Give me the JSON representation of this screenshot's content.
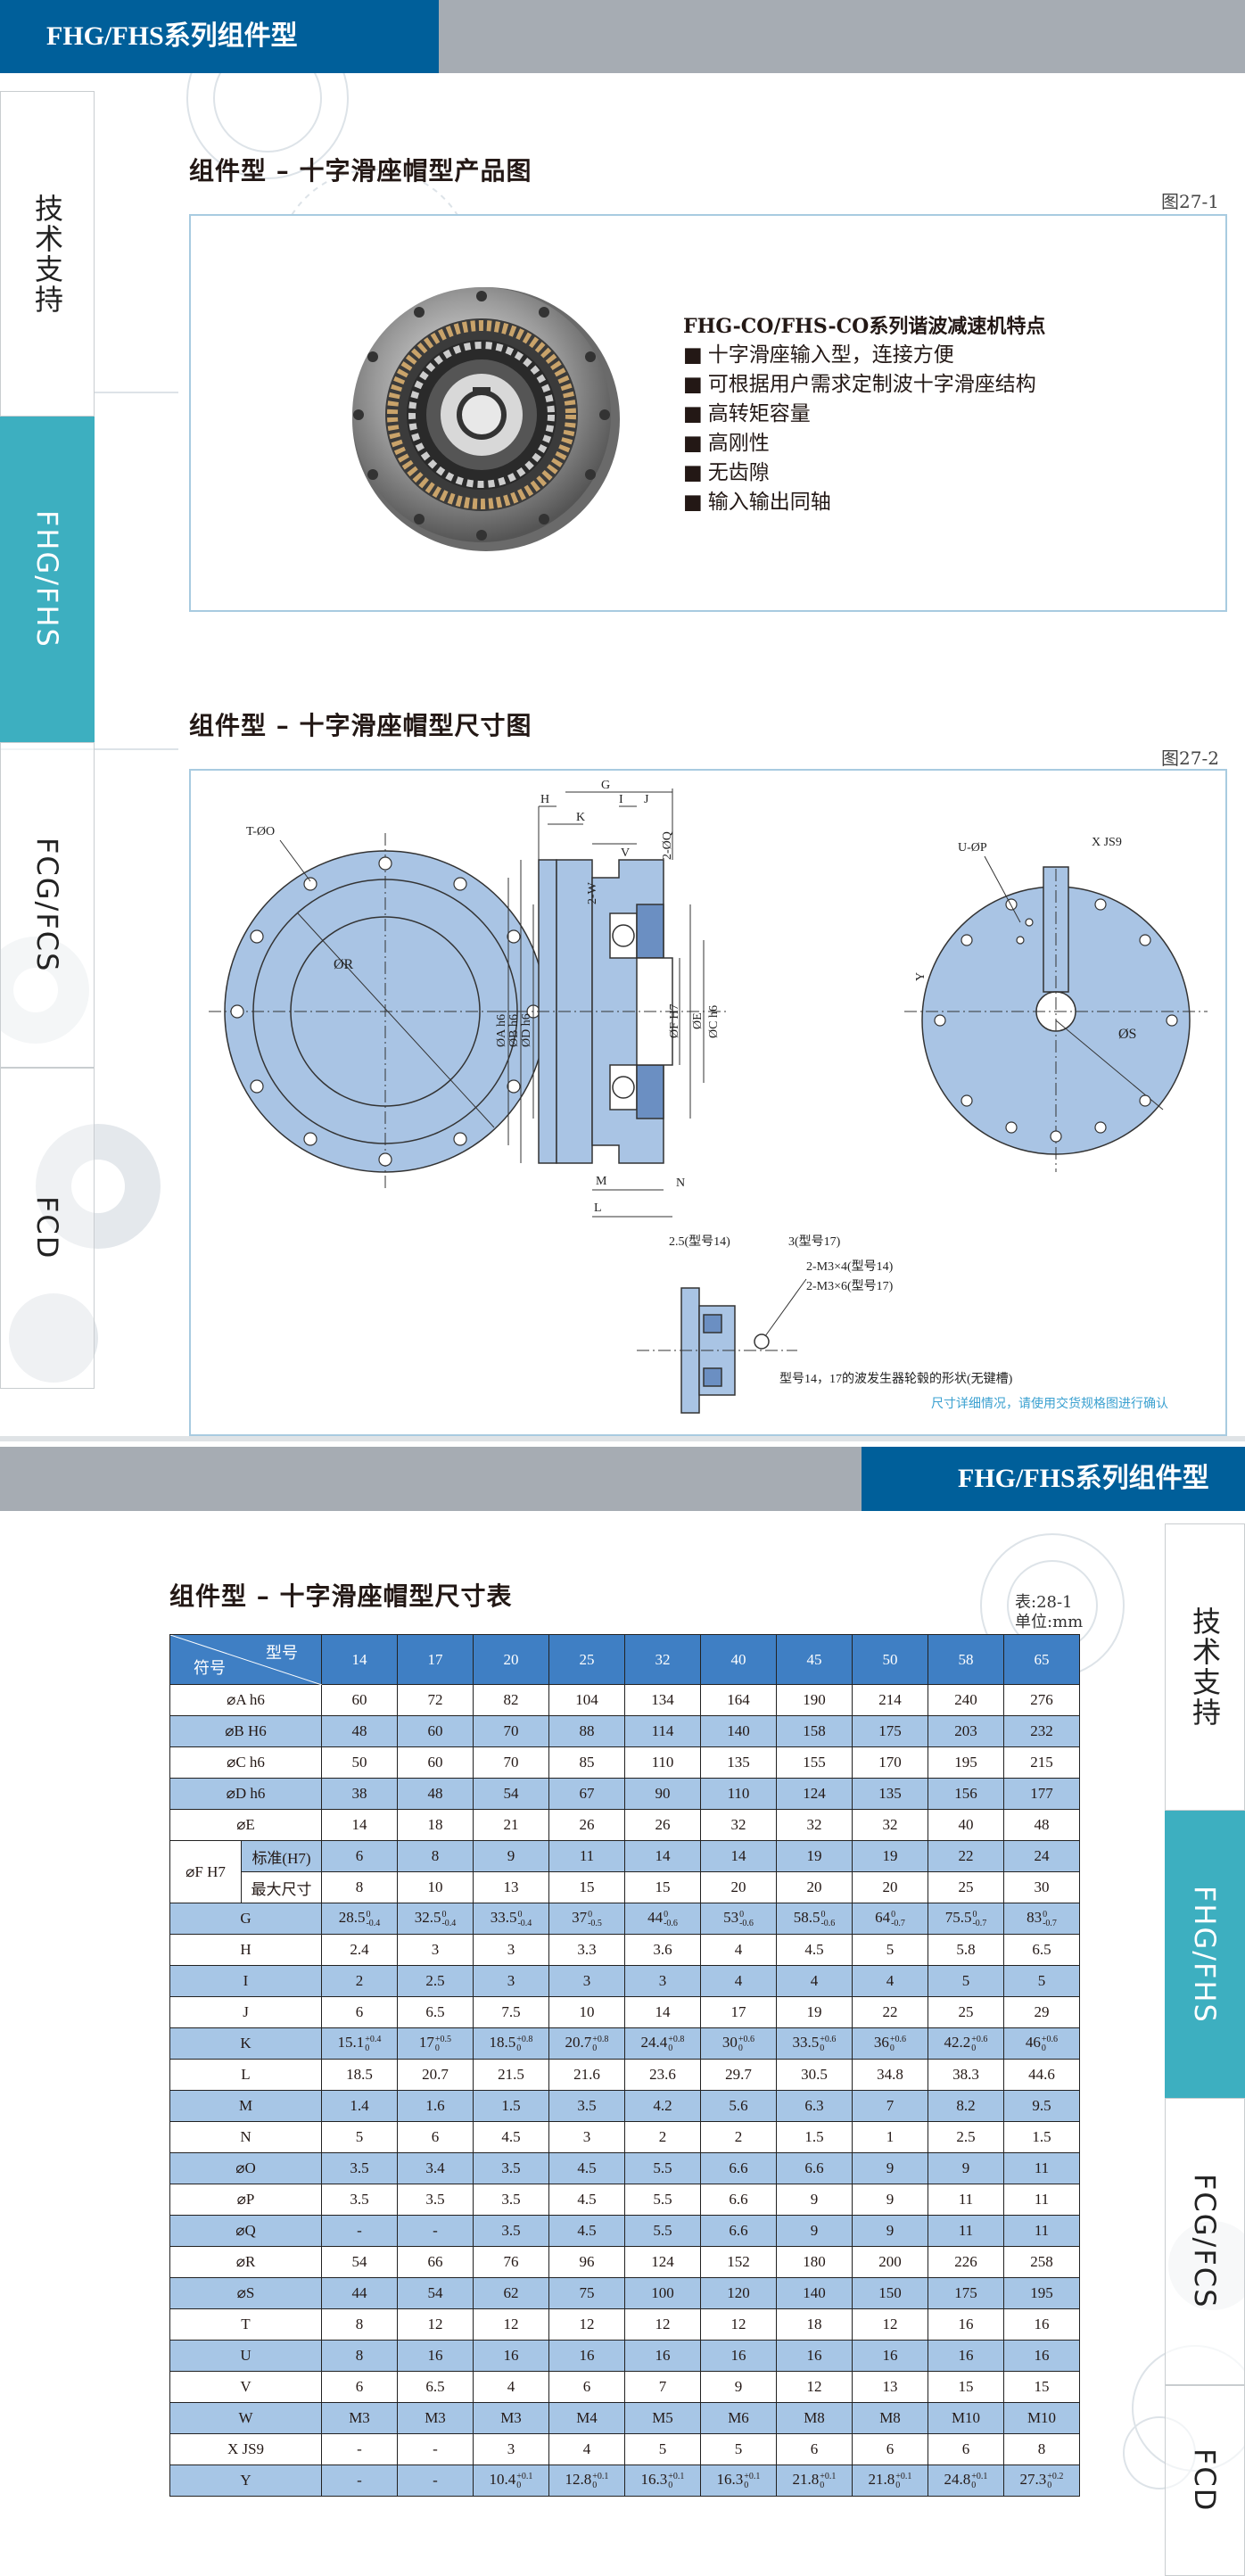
{
  "header_top": {
    "title": "FHG/FHS系列组件型"
  },
  "header_bottom": {
    "title": "FHG/FHS系列组件型"
  },
  "sidebar_left": {
    "tabs": [
      {
        "label": "技术支持",
        "active": false
      },
      {
        "label": "FHG/FHS",
        "active": true
      },
      {
        "label": "FCG/FCS",
        "active": false
      },
      {
        "label": "FCD",
        "active": false
      }
    ]
  },
  "sidebar_right": {
    "tabs": [
      {
        "label": "技术支持",
        "active": false
      },
      {
        "label": "FHG/FHS",
        "active": true
      },
      {
        "label": "FCG/FCS",
        "active": false
      },
      {
        "label": "FCD",
        "active": false
      }
    ]
  },
  "section1": {
    "title": "组件型 – 十字滑座帽型产品图",
    "fig_no": "图27-1",
    "features_title": "FHG-CO/FHS-CO系列谐波减速机特点",
    "features": [
      "十字滑座输入型，连接方便",
      "可根据用户需求定制波十字滑座结构",
      "高转矩容量",
      "高刚性",
      "无齿隙",
      "输入输出同轴"
    ]
  },
  "section2": {
    "title": "组件型 – 十字滑座帽型尺寸图",
    "fig_no": "图27-2",
    "labels": {
      "t_o": "T-ØO",
      "r": "ØR",
      "u_p": "U-ØP",
      "x_js9": "X JS9",
      "s": "ØS",
      "y": "Y",
      "h": "H",
      "g": "G",
      "i": "I",
      "j": "J",
      "k": "K",
      "v": "V",
      "w2": "2-W",
      "q2": "2-ØQ",
      "a": "ØA h6",
      "b": "ØB h6",
      "d": "ØD h6",
      "f": "ØF H7",
      "e": "ØE",
      "c": "ØC h6",
      "m": "M",
      "n": "N",
      "l": "L",
      "dim25": "2.5(型号14)",
      "dim3": "3(型号17)",
      "m3x4": "2-M3×4(型号14)",
      "m3x6": "2-M3×6(型号17)",
      "shape_note": "型号14，17的波发生器轮毂的形状(无键槽)",
      "contact_note": "尺寸详细情况，请使用交货规格图进行确认"
    }
  },
  "section3": {
    "title": "组件型 – 十字滑座帽型尺寸表",
    "table_no": "表:28-1",
    "unit": "单位:mm",
    "header_model": "型号",
    "header_symbol": "符号",
    "models": [
      "14",
      "17",
      "20",
      "25",
      "32",
      "40",
      "45",
      "50",
      "58",
      "65"
    ],
    "rows": [
      {
        "label": "⌀A h6",
        "values": [
          "60",
          "72",
          "82",
          "104",
          "134",
          "164",
          "190",
          "214",
          "240",
          "276"
        ]
      },
      {
        "label": "⌀B H6",
        "values": [
          "48",
          "60",
          "70",
          "88",
          "114",
          "140",
          "158",
          "175",
          "203",
          "232"
        ]
      },
      {
        "label": "⌀C h6",
        "values": [
          "50",
          "60",
          "70",
          "85",
          "110",
          "135",
          "155",
          "170",
          "195",
          "215"
        ]
      },
      {
        "label": "⌀D h6",
        "values": [
          "38",
          "48",
          "54",
          "67",
          "90",
          "110",
          "124",
          "135",
          "156",
          "177"
        ]
      },
      {
        "label": "⌀E",
        "values": [
          "14",
          "18",
          "21",
          "26",
          "26",
          "32",
          "32",
          "32",
          "40",
          "48"
        ]
      },
      {
        "group": "⌀F H7",
        "label": "标准(H7)",
        "values": [
          "6",
          "8",
          "9",
          "11",
          "14",
          "14",
          "19",
          "19",
          "22",
          "24"
        ]
      },
      {
        "group": "⌀F H7",
        "label": "最大尺寸",
        "values": [
          "8",
          "10",
          "13",
          "15",
          "15",
          "20",
          "20",
          "20",
          "25",
          "30"
        ]
      },
      {
        "label": "G",
        "values": [
          "28.5",
          "32.5",
          "33.5",
          "37",
          "44",
          "53",
          "58.5",
          "64",
          "75.5",
          "83"
        ],
        "tol_up": [
          "0",
          "0",
          "0",
          "0",
          "0",
          "0",
          "0",
          "0",
          "0",
          "0"
        ],
        "tol_low": [
          "-0.4",
          "-0.4",
          "-0.4",
          "-0.5",
          "-0.6",
          "-0.6",
          "-0.6",
          "-0.7",
          "-0.7",
          "-0.7"
        ]
      },
      {
        "label": "H",
        "values": [
          "2.4",
          "3",
          "3",
          "3.3",
          "3.6",
          "4",
          "4.5",
          "5",
          "5.8",
          "6.5"
        ]
      },
      {
        "label": "I",
        "values": [
          "2",
          "2.5",
          "3",
          "3",
          "3",
          "4",
          "4",
          "4",
          "5",
          "5"
        ]
      },
      {
        "label": "J",
        "values": [
          "6",
          "6.5",
          "7.5",
          "10",
          "14",
          "17",
          "19",
          "22",
          "25",
          "29"
        ]
      },
      {
        "label": "K",
        "values": [
          "15.1",
          "17",
          "18.5",
          "20.7",
          "24.4",
          "30",
          "33.5",
          "36",
          "42.2",
          "46"
        ],
        "tol_up": [
          "+0.4",
          "+0.5",
          "+0.8",
          "+0.8",
          "+0.8",
          "+0.6",
          "+0.6",
          "+0.6",
          "+0.6",
          "+0.6"
        ],
        "tol_low": [
          "0",
          "0",
          "0",
          "0",
          "0",
          "0",
          "0",
          "0",
          "0",
          "0"
        ]
      },
      {
        "label": "L",
        "values": [
          "18.5",
          "20.7",
          "21.5",
          "21.6",
          "23.6",
          "29.7",
          "30.5",
          "34.8",
          "38.3",
          "44.6"
        ]
      },
      {
        "label": "M",
        "values": [
          "1.4",
          "1.6",
          "1.5",
          "3.5",
          "4.2",
          "5.6",
          "6.3",
          "7",
          "8.2",
          "9.5"
        ]
      },
      {
        "label": "N",
        "values": [
          "5",
          "6",
          "4.5",
          "3",
          "2",
          "2",
          "1.5",
          "1",
          "2.5",
          "1.5"
        ]
      },
      {
        "label": "⌀O",
        "values": [
          "3.5",
          "3.4",
          "3.5",
          "4.5",
          "5.5",
          "6.6",
          "6.6",
          "9",
          "9",
          "11"
        ]
      },
      {
        "label": "⌀P",
        "values": [
          "3.5",
          "3.5",
          "3.5",
          "4.5",
          "5.5",
          "6.6",
          "9",
          "9",
          "11",
          "11"
        ]
      },
      {
        "label": "⌀Q",
        "values": [
          "-",
          "-",
          "3.5",
          "4.5",
          "5.5",
          "6.6",
          "9",
          "9",
          "11",
          "11"
        ]
      },
      {
        "label": "⌀R",
        "values": [
          "54",
          "66",
          "76",
          "96",
          "124",
          "152",
          "180",
          "200",
          "226",
          "258"
        ]
      },
      {
        "label": "⌀S",
        "values": [
          "44",
          "54",
          "62",
          "75",
          "100",
          "120",
          "140",
          "150",
          "175",
          "195"
        ]
      },
      {
        "label": "T",
        "values": [
          "8",
          "12",
          "12",
          "12",
          "12",
          "12",
          "18",
          "12",
          "16",
          "16"
        ]
      },
      {
        "label": "U",
        "values": [
          "8",
          "16",
          "16",
          "16",
          "16",
          "16",
          "16",
          "16",
          "16",
          "16"
        ]
      },
      {
        "label": "V",
        "values": [
          "6",
          "6.5",
          "4",
          "6",
          "7",
          "9",
          "12",
          "13",
          "15",
          "15"
        ]
      },
      {
        "label": "W",
        "values": [
          "M3",
          "M3",
          "M3",
          "M4",
          "M5",
          "M6",
          "M8",
          "M8",
          "M10",
          "M10"
        ]
      },
      {
        "label": "X JS9",
        "values": [
          "-",
          "-",
          "3",
          "4",
          "5",
          "5",
          "6",
          "6",
          "6",
          "8"
        ]
      },
      {
        "label": "Y",
        "values": [
          "-",
          "-",
          "10.4",
          "12.8",
          "16.3",
          "16.3",
          "21.8",
          "21.8",
          "24.8",
          "27.3"
        ],
        "tol_up": [
          "",
          "",
          "+0.1",
          "+0.1",
          "+0.1",
          "+0.1",
          "+0.1",
          "+0.1",
          "+0.1",
          "+0.2"
        ],
        "tol_low": [
          "",
          "",
          "0",
          "0",
          "0",
          "0",
          "0",
          "0",
          "0",
          "0"
        ]
      }
    ]
  },
  "colors": {
    "brand_blue": "#005f9a",
    "header_grey": "#a6acb3",
    "tab_active": "#3dafc0",
    "drawing_fill": "#a9c4e4",
    "table_header": "#3f7fc4",
    "table_stripe": "#a7c6e6",
    "panel_border": "#a8cbe0"
  }
}
